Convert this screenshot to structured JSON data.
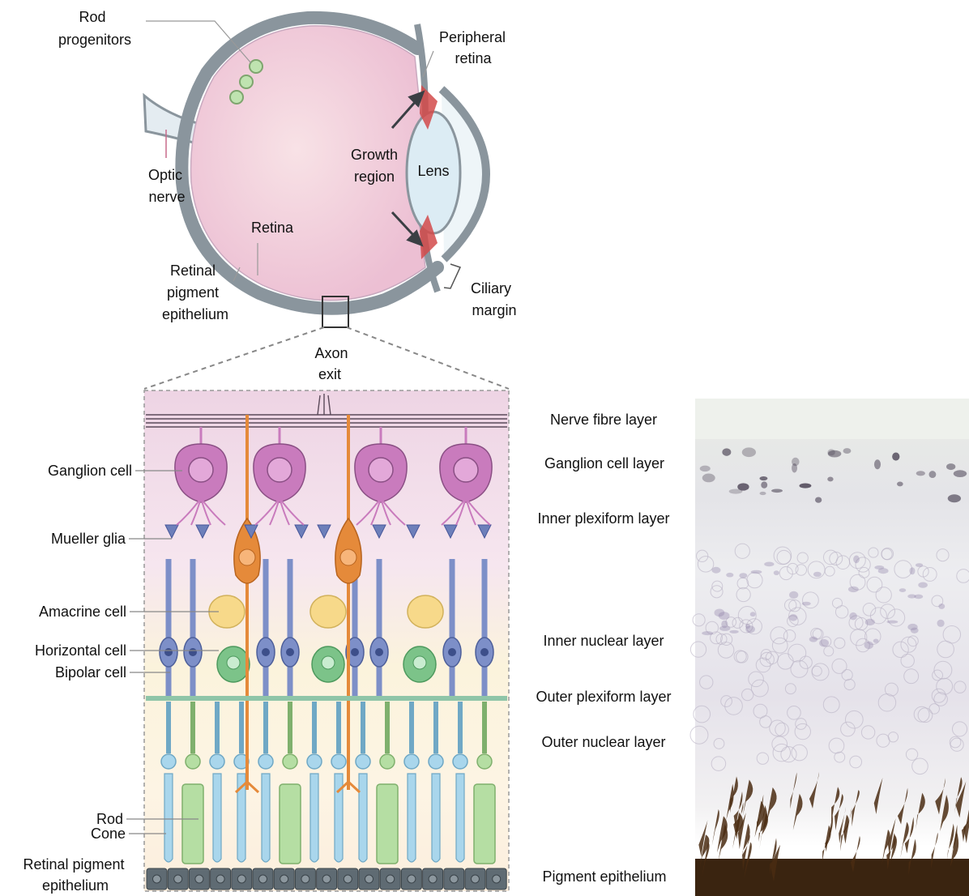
{
  "eye_labels": {
    "rod_progenitors": [
      "Rod",
      "progenitors"
    ],
    "peripheral_retina": [
      "Peripheral",
      "retina"
    ],
    "optic_nerve": [
      "Optic",
      "nerve"
    ],
    "growth_region": [
      "Growth",
      "region"
    ],
    "lens": "Lens",
    "retina": "Retina",
    "retinal_pigment_epithelium": [
      "Retinal",
      "pigment",
      "epithelium"
    ],
    "ciliary_margin": [
      "Ciliary",
      "margin"
    ],
    "axon_exit": [
      "Axon",
      "exit"
    ]
  },
  "cell_labels": {
    "ganglion_cell": "Ganglion cell",
    "mueller_glia": "Mueller glia",
    "amacrine_cell": "Amacrine cell",
    "horizontal_cell": "Horizontal cell",
    "bipolar_cell": "Bipolar cell",
    "rod": "Rod",
    "cone": "Cone",
    "retinal_pigment_epithelium": [
      "Retinal pigment",
      "epithelium"
    ]
  },
  "layer_labels": [
    "Nerve fibre layer",
    "Ganglion cell layer",
    "Inner plexiform layer",
    "Inner nuclear layer",
    "Outer plexiform layer",
    "Outer nuclear layer",
    "Pigment epithelium"
  ],
  "colors": {
    "eye_wall": "#8a959d",
    "retina_fill": "#f3cfdc",
    "lens_fill": "#dcecf4",
    "growth_red": "#d24a4a",
    "progenitor_green": "#bfe3b0",
    "ganglion": "#c97bbd",
    "mueller": "#6d7fba",
    "amacrine": "#f7d98a",
    "horizontal": "#7cc389",
    "bipolar": "#7d8fc8",
    "rod": "#a9d6ec",
    "cone": "#b5dea3",
    "axon_orange": "#e58a3a",
    "rpe": "#5f6b73"
  }
}
